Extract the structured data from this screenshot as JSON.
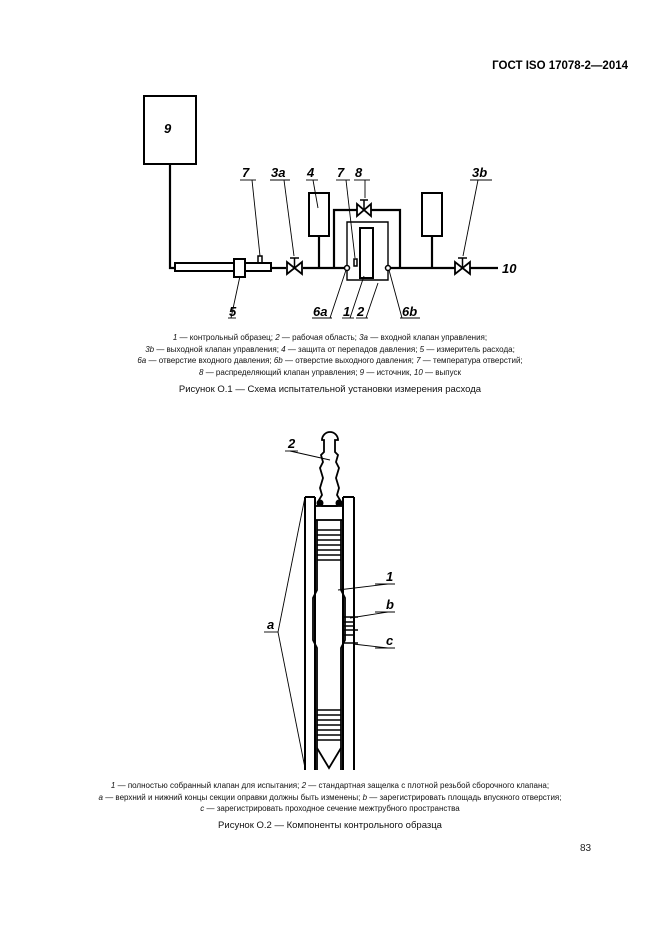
{
  "header": {
    "standard": "ГОСТ ISO 17078-2—2014"
  },
  "figure1": {
    "labels": {
      "source": "9",
      "flowmeter": "5",
      "temp_left": "7",
      "inlet_valve": "3a",
      "protection": "4",
      "temp_right": "7",
      "distribution_valve": "8",
      "outlet_valve": "3b",
      "outlet": "10",
      "inlet_port": "6a",
      "sample": "1",
      "work_area": "2",
      "outlet_port": "6b"
    },
    "legend": [
      [
        {
          "n": "1",
          "t": " — контрольный образец; "
        },
        {
          "n": "2",
          "t": " — рабочая область; "
        },
        {
          "n": "3a",
          "t": " — входной клапан управления;"
        }
      ],
      [
        {
          "n": "3b",
          "t": " — выходной клапан управления; "
        },
        {
          "n": "4",
          "t": " — защита от перепадов давления; "
        },
        {
          "n": "5",
          "t": " — измеритель расхода;"
        }
      ],
      [
        {
          "n": "6a",
          "t": " — отверстие входного давления; "
        },
        {
          "n": "6b",
          "t": " — отверстие выходного давления; "
        },
        {
          "n": "7",
          "t": " — температура отверстий;"
        }
      ],
      [
        {
          "n": "8",
          "t": " — распределяющий клапан управления; "
        },
        {
          "n": "9",
          "t": " — источник, "
        },
        {
          "n": "10",
          "t": " — выпуск"
        }
      ]
    ],
    "caption": "Рисунок О.1 — Схема испытательной установки измерения расхода"
  },
  "figure2": {
    "labels": {
      "latch": "2",
      "valve": "1",
      "ends": "a",
      "inlet_area": "b",
      "annulus": "c"
    },
    "legend": [
      [
        {
          "n": "1",
          "t": " — полностью собранный клапан для испытания; "
        },
        {
          "n": "2",
          "t": " — стандартная защелка с плотной резьбой сборочного клапана;"
        }
      ],
      [
        {
          "n": "a",
          "t": " — верхний и нижний концы секции оправки должны быть изменены; "
        },
        {
          "n": "b",
          "t": " — зарегистрировать площадь впускного отверстия;"
        }
      ],
      [
        {
          "n": "c",
          "t": " — зарегистрировать проходное сечение межтрубного пространства"
        }
      ]
    ],
    "caption": "Рисунок О.2 — Компоненты контрольного образца"
  },
  "footer": {
    "page_number": "83"
  }
}
